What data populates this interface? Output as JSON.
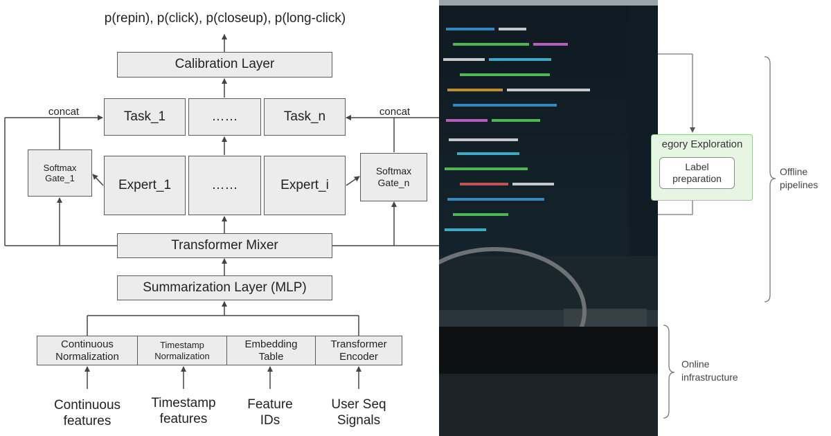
{
  "left_diagram": {
    "output_label": "p(repin), p(click), p(closeup), p(long-click)",
    "calibration": "Calibration Layer",
    "tasks": [
      "Task_1",
      "……",
      "Task_n"
    ],
    "experts": [
      "Expert_1",
      "……",
      "Expert_i"
    ],
    "gate_left": "Softmax\nGate_1",
    "gate_right": "Softmax\nGate_n",
    "concat_left": "concat",
    "concat_right": "concat",
    "mixer": "Transformer Mixer",
    "summarization": "Summarization Layer (MLP)",
    "input_processors": [
      "Continuous\nNormalization",
      "Timestamp\nNormalization",
      "Embedding\nTable",
      "Transformer\nEncoder"
    ],
    "inputs": [
      "Continuous\nfeatures",
      "Timestamp\nfeatures",
      "Feature\nIDs",
      "User Seq\nSignals"
    ]
  },
  "right_diagram": {
    "exploration_label": "egory Exploration",
    "label_prep": "Label\npreparation",
    "offline": "Offline\npipelines",
    "online": "Online\ninfrastructure"
  },
  "colors": {
    "box_fill": "#ececec",
    "box_border": "#5a5a5a",
    "green_fill": "#e6f6e2",
    "green_border": "#8fce86"
  }
}
